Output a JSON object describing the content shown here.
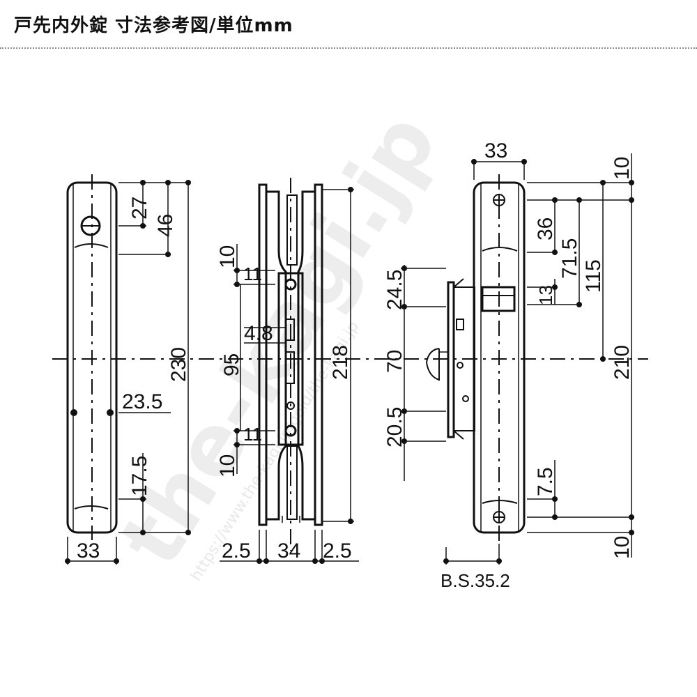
{
  "header": {
    "title": "戸先内外錠 寸法参考図/単位mm"
  },
  "front_view": {
    "width": "33",
    "height_total": "230",
    "dim_27": "27",
    "dim_46": "46",
    "dim_23_5": "23.5",
    "dim_17_5": "17.5"
  },
  "side_view": {
    "dim_10_top": "10",
    "dim_4_8": "4.8",
    "dim_95": "95",
    "dim_10_bottom": "10",
    "dim_218": "218",
    "dim_2_5_left": "2.5",
    "dim_34": "34",
    "dim_2_5_right": "2.5"
  },
  "back_view": {
    "width": "33",
    "dim_24_5": "24.5",
    "dim_70": "70",
    "dim_20_5": "20.5",
    "dim_36": "36",
    "dim_71_5": "71.5",
    "dim_115": "115",
    "dim_13": "13",
    "dim_10_top": "10",
    "dim_210": "210",
    "dim_7_5": "7.5",
    "dim_10_bottom": "10",
    "backset": "B.S.35.2"
  },
  "watermark": {
    "text": "the-kagi.jp",
    "url": "https://www.the-kagi.jp/gold/the-kagi.jp"
  }
}
